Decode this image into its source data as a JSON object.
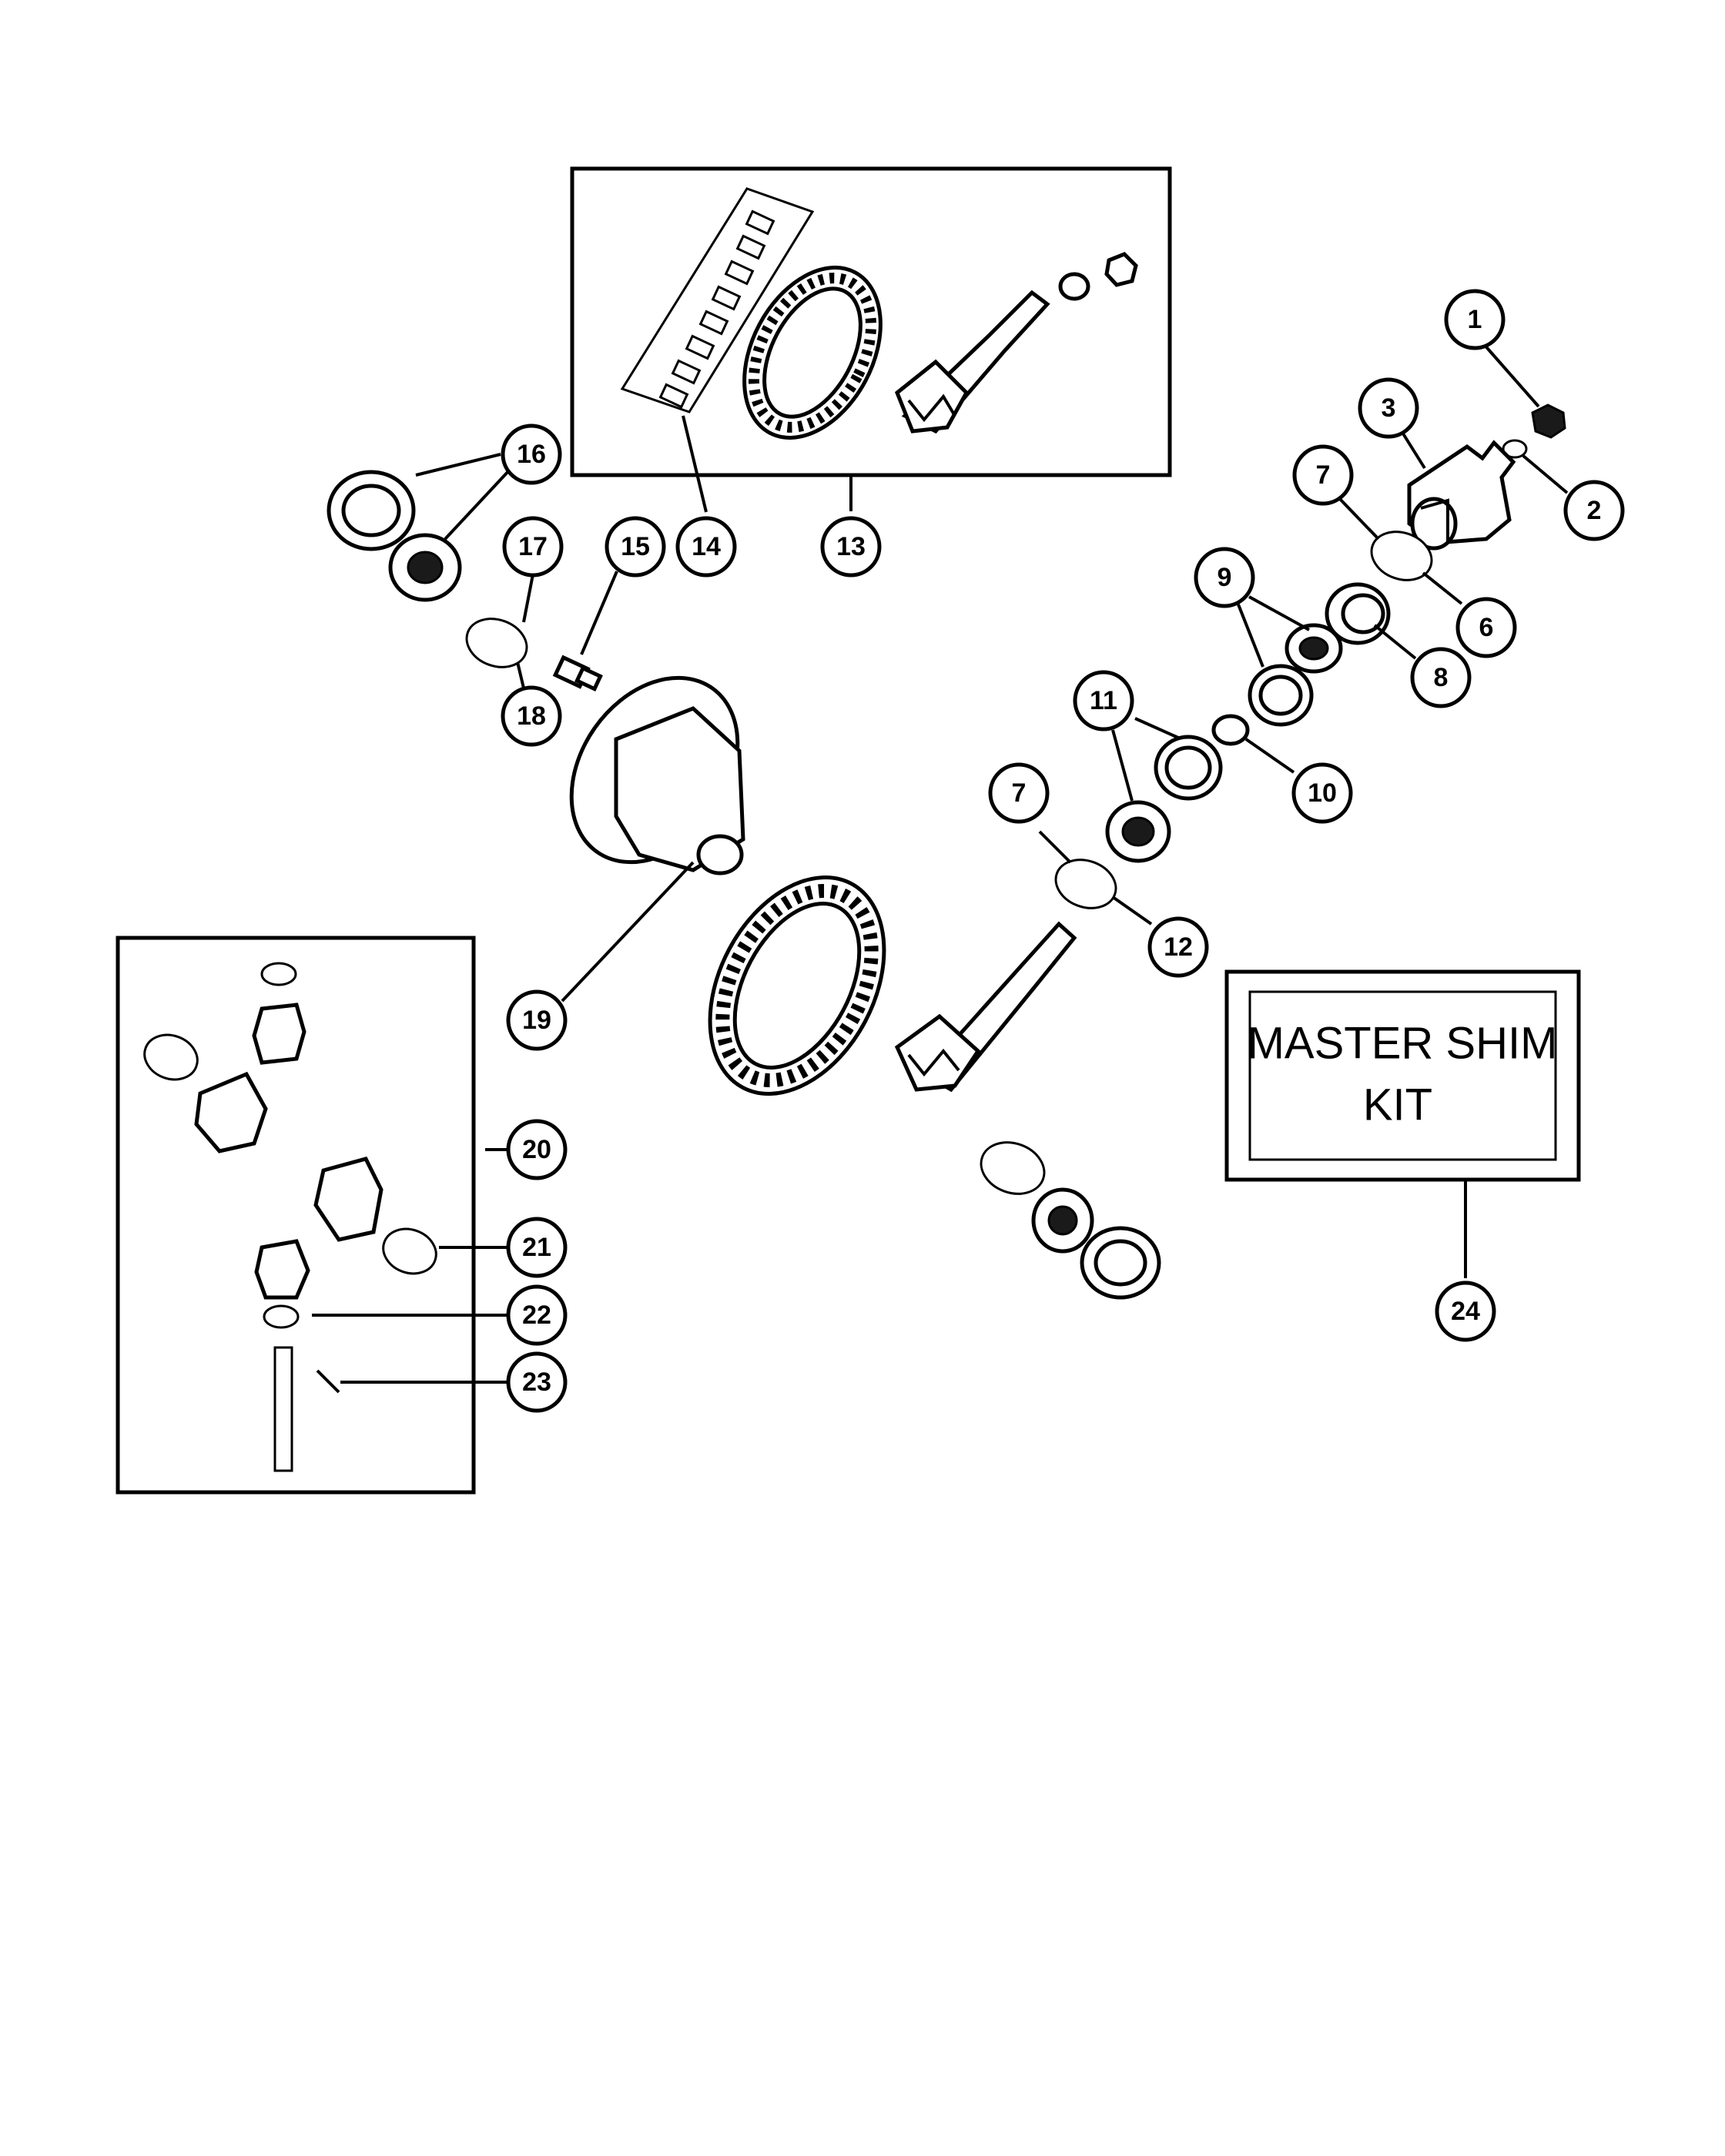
{
  "callouts": [
    {
      "id": "c1",
      "label": "1"
    },
    {
      "id": "c2",
      "label": "2"
    },
    {
      "id": "c3",
      "label": "3"
    },
    {
      "id": "c6",
      "label": "6"
    },
    {
      "id": "c7a",
      "label": "7"
    },
    {
      "id": "c7b",
      "label": "7"
    },
    {
      "id": "c8",
      "label": "8"
    },
    {
      "id": "c9",
      "label": "9"
    },
    {
      "id": "c10",
      "label": "10"
    },
    {
      "id": "c11",
      "label": "11"
    },
    {
      "id": "c12",
      "label": "12"
    },
    {
      "id": "c13",
      "label": "13"
    },
    {
      "id": "c14",
      "label": "14"
    },
    {
      "id": "c15",
      "label": "15"
    },
    {
      "id": "c16",
      "label": "16"
    },
    {
      "id": "c17",
      "label": "17"
    },
    {
      "id": "c18",
      "label": "18"
    },
    {
      "id": "c19",
      "label": "19"
    },
    {
      "id": "c20",
      "label": "20"
    },
    {
      "id": "c21",
      "label": "21"
    },
    {
      "id": "c22",
      "label": "22"
    },
    {
      "id": "c23",
      "label": "23"
    },
    {
      "id": "c24",
      "label": "24"
    }
  ],
  "kit_box": {
    "line1": "MASTER  SHIM",
    "line2": "KIT"
  }
}
